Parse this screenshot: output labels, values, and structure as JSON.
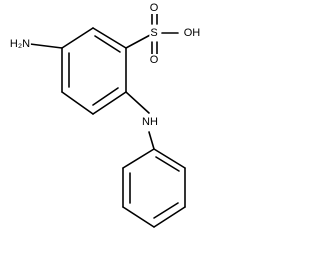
{
  "molecule": {
    "atoms": {
      "amine": "H₂N",
      "oxo_top": "O",
      "oxo_bottom": "O",
      "sulfur": "S",
      "hydroxyl": "OH",
      "imino": "NH"
    }
  }
}
